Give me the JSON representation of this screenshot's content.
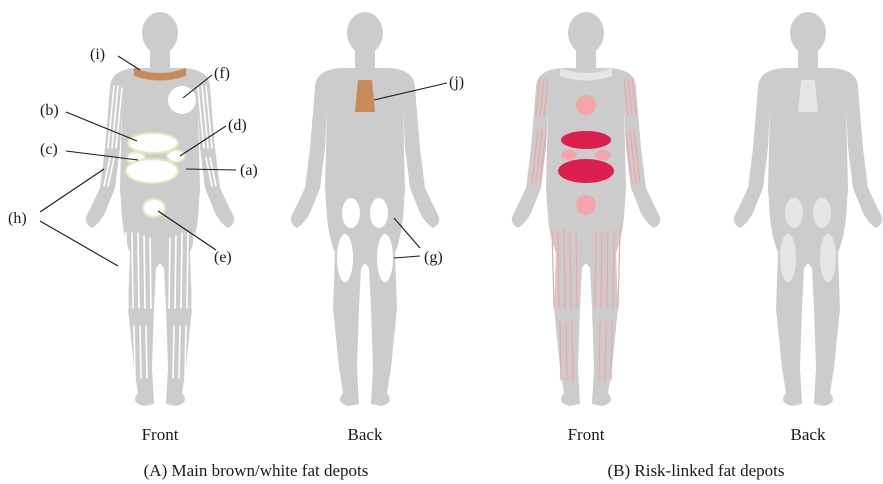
{
  "labels": {
    "a": "(a)",
    "b": "(b)",
    "c": "(c)",
    "d": "(d)",
    "e": "(e)",
    "f": "(f)",
    "g": "(g)",
    "h": "(h)",
    "i": "(i)",
    "j": "(j)"
  },
  "views": {
    "front_a": "Front",
    "back_a": "Back",
    "front_b": "Front",
    "back_b": "Back"
  },
  "captions": {
    "a": "(A) Main brown/white fat depots",
    "b": "(B) Risk-linked fat depots"
  },
  "colors": {
    "body": "#cccccc",
    "brown_fat": "#c98a5a",
    "white_fat": "#ffffff",
    "risk_high": "#dc1f4e",
    "risk_low": "#f2a6ac",
    "risk_streak": "#f4a4a4",
    "pale_depot": "#e6e6e6"
  }
}
